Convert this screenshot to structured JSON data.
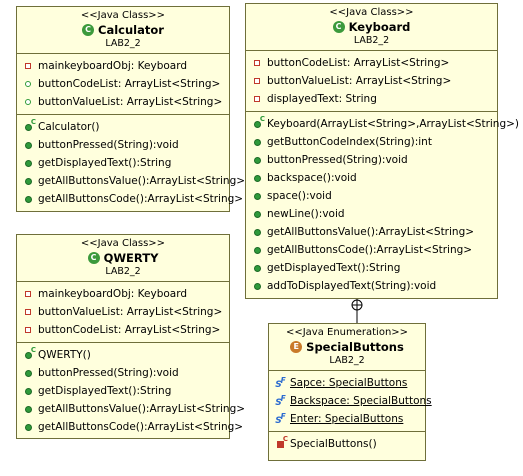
{
  "classes": {
    "calculator": {
      "stereotype": "<<Java Class>>",
      "name": "Calculator",
      "package": "LAB2_2",
      "attributes": [
        {
          "icon": "private-field-icon",
          "text": "mainkeyboardObj: Keyboard"
        },
        {
          "icon": "package-field-icon",
          "text": "buttonCodeList: ArrayList<String>"
        },
        {
          "icon": "package-field-icon",
          "text": "buttonValueList: ArrayList<String>"
        }
      ],
      "methods": [
        {
          "icon": "constructor-icon",
          "text": "Calculator()"
        },
        {
          "icon": "public-method-icon",
          "text": "buttonPressed(String):void"
        },
        {
          "icon": "public-method-icon",
          "text": "getDisplayedText():String"
        },
        {
          "icon": "public-method-icon",
          "text": "getAllButtonsValue():ArrayList<String>"
        },
        {
          "icon": "public-method-icon",
          "text": "getAllButtonsCode():ArrayList<String>"
        }
      ]
    },
    "keyboard": {
      "stereotype": "<<Java Class>>",
      "name": "Keyboard",
      "package": "LAB2_2",
      "attributes": [
        {
          "icon": "private-field-icon",
          "text": "buttonCodeList: ArrayList<String>"
        },
        {
          "icon": "private-field-icon",
          "text": "buttonValueList: ArrayList<String>"
        },
        {
          "icon": "private-field-icon",
          "text": "displayedText: String"
        }
      ],
      "methods": [
        {
          "icon": "constructor-icon",
          "text": "Keyboard(ArrayList<String>,ArrayList<String>)"
        },
        {
          "icon": "public-method-icon",
          "text": "getButtonCodeIndex(String):int"
        },
        {
          "icon": "public-method-icon",
          "text": "buttonPressed(String):void"
        },
        {
          "icon": "public-method-icon",
          "text": "backspace():void"
        },
        {
          "icon": "public-method-icon",
          "text": "space():void"
        },
        {
          "icon": "public-method-icon",
          "text": "newLine():void"
        },
        {
          "icon": "public-method-icon",
          "text": "getAllButtonsValue():ArrayList<String>"
        },
        {
          "icon": "public-method-icon",
          "text": "getAllButtonsCode():ArrayList<String>"
        },
        {
          "icon": "public-method-icon",
          "text": "getDisplayedText():String"
        },
        {
          "icon": "public-method-icon",
          "text": "addToDisplayedText(String):void"
        }
      ]
    },
    "qwerty": {
      "stereotype": "<<Java Class>>",
      "name": "QWERTY",
      "package": "LAB2_2",
      "attributes": [
        {
          "icon": "private-field-icon",
          "text": "mainkeyboardObj: Keyboard"
        },
        {
          "icon": "private-field-icon",
          "text": "buttonValueList: ArrayList<String>"
        },
        {
          "icon": "private-field-icon",
          "text": "buttonCodeList: ArrayList<String>"
        }
      ],
      "methods": [
        {
          "icon": "constructor-icon",
          "text": "QWERTY()"
        },
        {
          "icon": "public-method-icon",
          "text": "buttonPressed(String):void"
        },
        {
          "icon": "public-method-icon",
          "text": "getDisplayedText():String"
        },
        {
          "icon": "public-method-icon",
          "text": "getAllButtonsValue():ArrayList<String>"
        },
        {
          "icon": "public-method-icon",
          "text": "getAllButtonsCode():ArrayList<String>"
        }
      ]
    },
    "specialbuttons": {
      "stereotype": "<<Java Enumeration>>",
      "name": "SpecialButtons",
      "package": "LAB2_2",
      "attributes": [
        {
          "icon": "static-final-field-icon",
          "text": "Sapce: SpecialButtons"
        },
        {
          "icon": "static-final-field-icon",
          "text": "Backspace: SpecialButtons"
        },
        {
          "icon": "static-final-field-icon",
          "text": "Enter: SpecialButtons"
        }
      ],
      "methods": [
        {
          "icon": "private-constructor-icon",
          "text": "SpecialButtons()"
        }
      ]
    }
  },
  "colors": {
    "box_fill": "#ffffdd",
    "box_border": "#6f6f3a",
    "public_green": "#2f9a3b",
    "private_red": "#c0392b"
  }
}
